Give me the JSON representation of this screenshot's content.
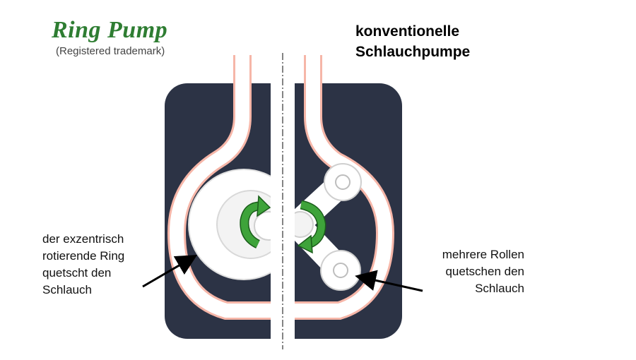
{
  "brand": {
    "title": "Ring Pump",
    "subtitle": "(Registered trademark)"
  },
  "heading_right": {
    "line1": "konventionelle",
    "line2": "Schlauchpumpe"
  },
  "caption_left": {
    "line1": "der exzentrisch",
    "line2": "rotierende Ring",
    "line3": "quetscht den",
    "line4": "Schlauch"
  },
  "caption_right": {
    "line1": "mehrere Rollen",
    "line2": "quetschen den",
    "line3": "Schlauch"
  },
  "colors": {
    "housing": "#2c3345",
    "tube": "#f6b6a8",
    "arrow": "#3ea33a",
    "ring": "#ffffff"
  }
}
